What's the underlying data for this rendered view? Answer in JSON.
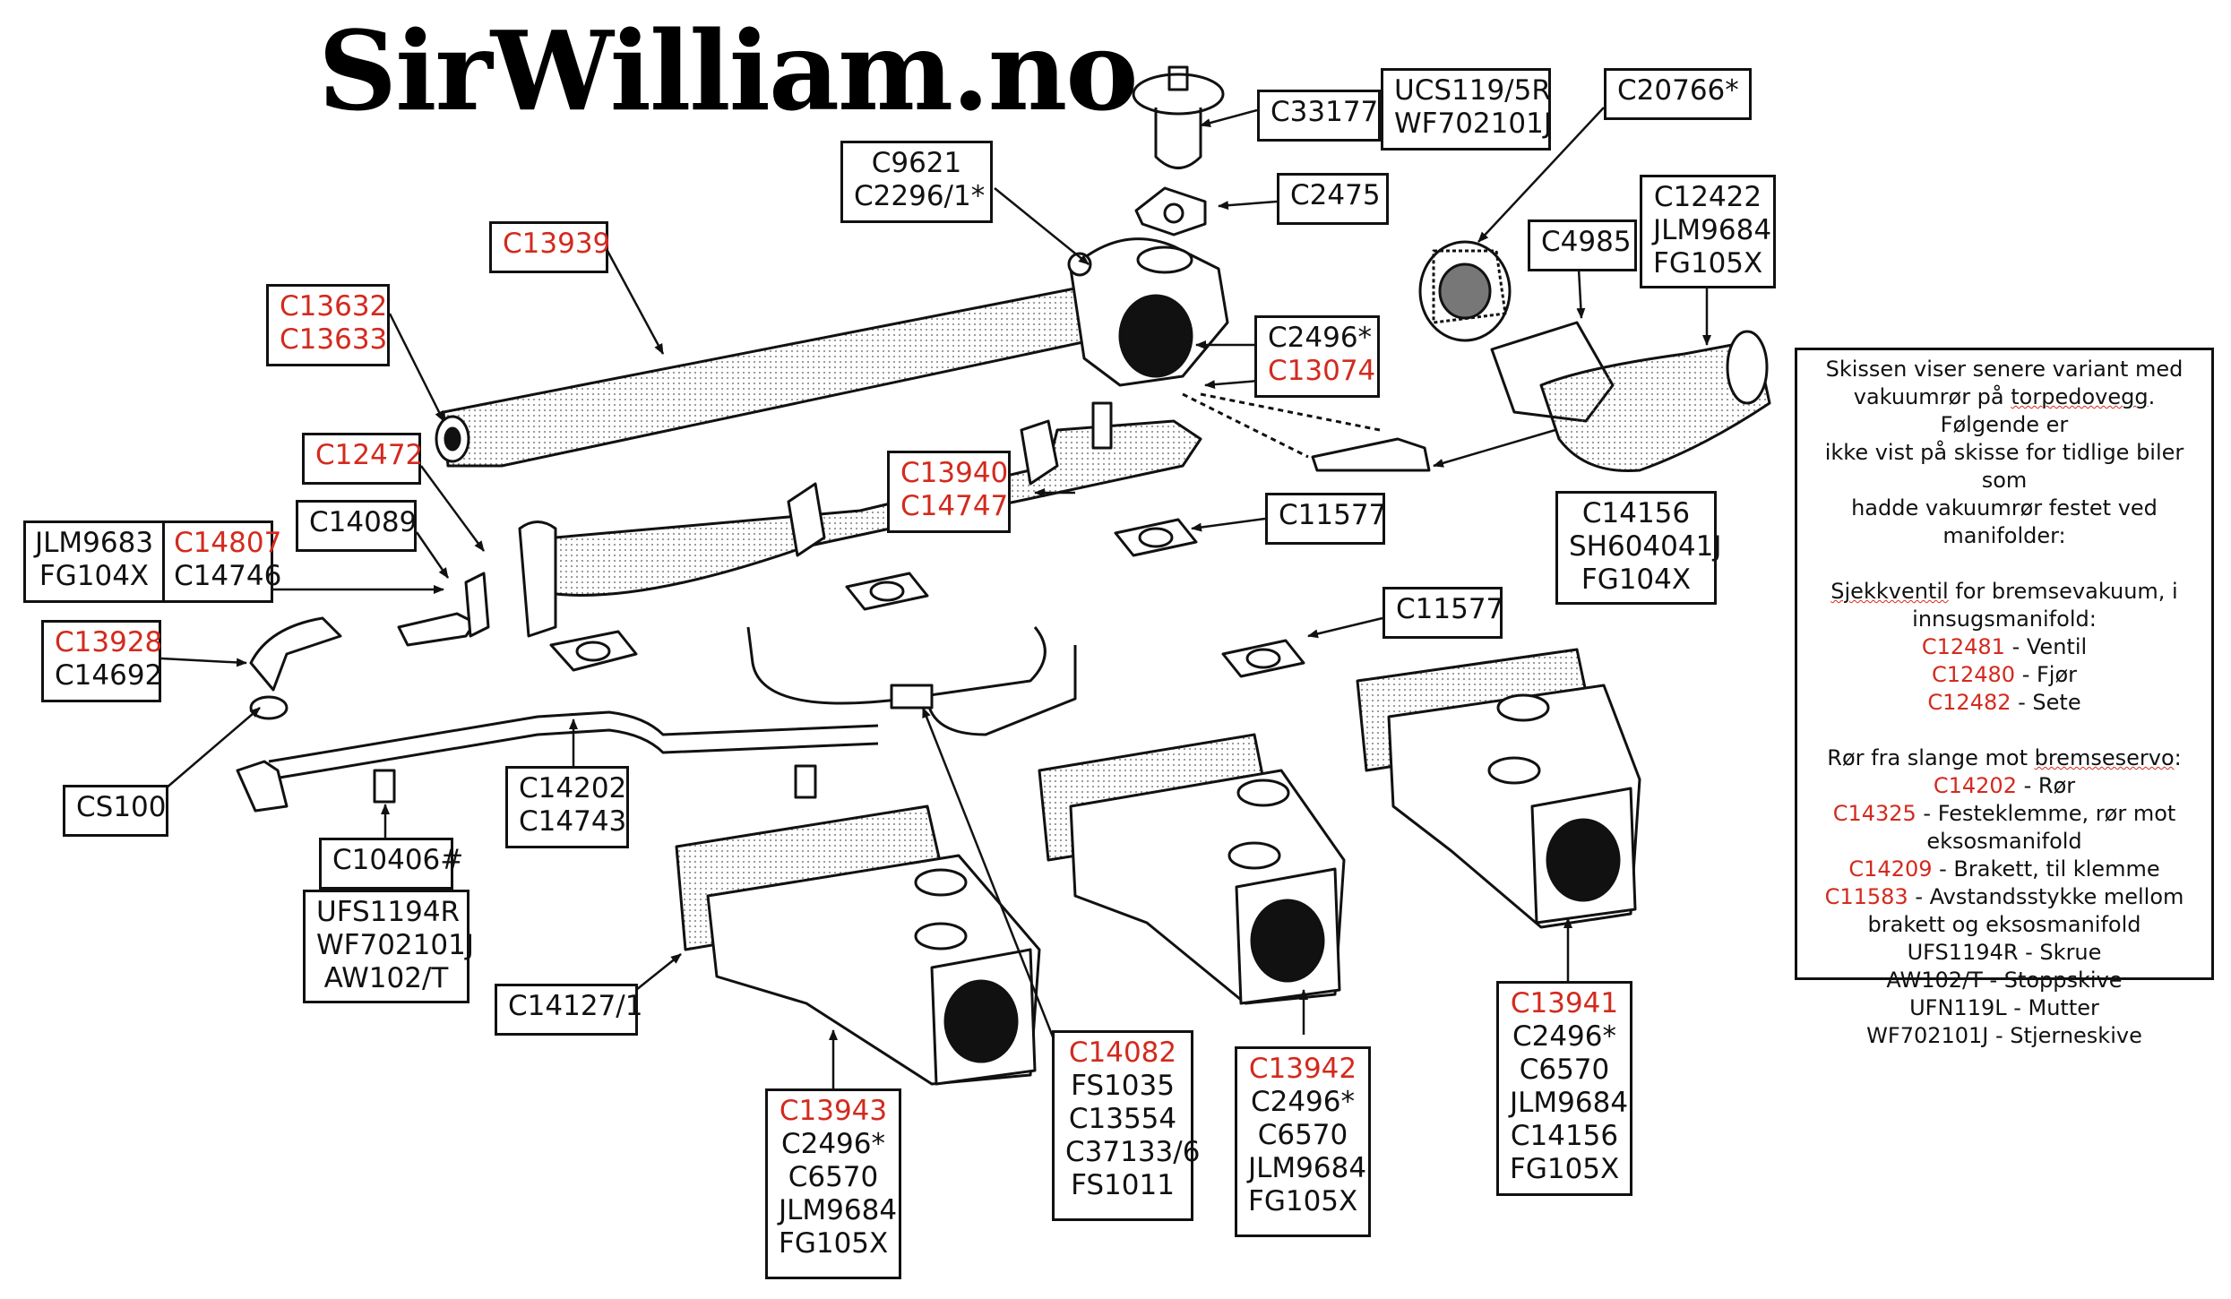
{
  "logo": "SirWilliam.no",
  "colors": {
    "red": "#d32a1e",
    "line": "#111111"
  },
  "labels": {
    "c33177": "C33177",
    "ucs": [
      "UCS119/5R",
      "WF702101J"
    ],
    "c20766": "C20766*",
    "c9621": [
      "C9621",
      "C2296/1*"
    ],
    "c2475": "C2475",
    "c13939": "C13939",
    "c12422": [
      "C12422",
      "JLM9684",
      "FG105X"
    ],
    "c4985": "C4985",
    "c13632": [
      "C13632",
      "C13633"
    ],
    "c2496_top": [
      "C2496*",
      "C13074"
    ],
    "c12472": "C12472",
    "c13940": [
      "C13940",
      "C14747"
    ],
    "c14089": "C14089",
    "c11577_a": "C11577",
    "c14156": [
      "C14156",
      "SH604041J",
      "FG104X"
    ],
    "jlm_split_left": [
      "JLM9683",
      "FG104X"
    ],
    "jlm_split_right": [
      "C14807",
      "C14746"
    ],
    "c11577_b": "C11577",
    "c13928": [
      "C13928",
      "C14692"
    ],
    "cs100": "CS100",
    "c14202": [
      "C14202",
      "C14743"
    ],
    "c10406": "C10406#",
    "ufs": [
      "UFS1194R",
      "WF702101J",
      "AW102/T"
    ],
    "c14127": "C14127/1",
    "c13943": [
      "C13943",
      "C2496*",
      "C6570",
      "JLM9684",
      "FG105X"
    ],
    "c14082": [
      "C14082",
      "FS1035",
      "C13554",
      "C37133/6",
      "FS1011"
    ],
    "c13942": [
      "C13942",
      "C2496*",
      "C6570",
      "JLM9684",
      "FG105X"
    ],
    "c13941": [
      "C13941",
      "C2496*",
      "C6570",
      "JLM9684",
      "C14156",
      "FG105X"
    ]
  },
  "note": {
    "intro": [
      "Skissen viser senere variant med",
      "vakuumrør på ",
      "torpedovegg",
      ". Følgende er",
      "ikke vist på skisse for tidlige biler som",
      "hadde vakuumrør festet ved manifolder:"
    ],
    "check_title": [
      "Sjekkventil",
      " for bremsevakuum, i",
      "innsugsmanifold:"
    ],
    "check_items": [
      {
        "code": "C12481",
        "text": " - Ventil"
      },
      {
        "code": "C12480",
        "text": " - Fjør"
      },
      {
        "code": "C12482",
        "text": " - Sete"
      }
    ],
    "pipe_title": [
      "Rør fra slange mot ",
      "bremseservo",
      ":"
    ],
    "pipe_items": [
      {
        "code": "C14202",
        "text": " - Rør"
      },
      {
        "code": "C14325",
        "text": " - Festeklemme, rør mot",
        "cont": "eksosmanifold"
      },
      {
        "code": "C14209",
        "text": " - Brakett, til klemme"
      },
      {
        "code": "C11583",
        "text": " - Avstandsstykke mellom",
        "cont": "brakett og eksosmanifold"
      }
    ],
    "plain_items": [
      "UFS1194R - Skrue",
      "AW102/T - Stoppskive",
      "UFN119L - Mutter",
      "WF702101J - Stjerneskive"
    ]
  }
}
